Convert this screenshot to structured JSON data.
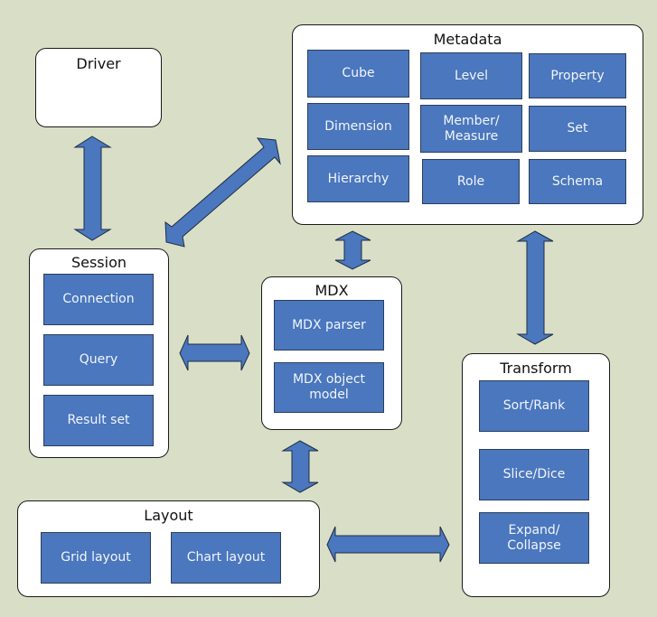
{
  "diagram": {
    "colors": {
      "background": "#d9dfc7",
      "component_fill": "#4a77bd",
      "arrow_fill": "#4a77bd",
      "group_fill": "#ffffff"
    },
    "groups": {
      "driver": {
        "title": "Driver",
        "items": []
      },
      "metadata": {
        "title": "Metadata",
        "items": [
          "Cube",
          "Level",
          "Property",
          "Dimension",
          "Member/\nMeasure",
          "Set",
          "Hierarchy",
          "Role",
          "Schema"
        ]
      },
      "session": {
        "title": "Session",
        "items": [
          "Connection",
          "Query",
          "Result set"
        ]
      },
      "mdx": {
        "title": "MDX",
        "items": [
          "MDX parser",
          "MDX object\nmodel"
        ]
      },
      "transform": {
        "title": "Transform",
        "items": [
          "Sort/Rank",
          "Slice/Dice",
          "Expand/\nCollapse"
        ]
      },
      "layout": {
        "title": "Layout",
        "items": [
          "Grid layout",
          "Chart layout"
        ]
      }
    },
    "connections": [
      {
        "from": "Driver",
        "to": "Session",
        "type": "bidirectional"
      },
      {
        "from": "Session",
        "to": "Metadata",
        "type": "bidirectional"
      },
      {
        "from": "Session",
        "to": "MDX",
        "type": "bidirectional"
      },
      {
        "from": "MDX",
        "to": "Metadata",
        "type": "bidirectional"
      },
      {
        "from": "MDX",
        "to": "Layout",
        "type": "bidirectional"
      },
      {
        "from": "Metadata",
        "to": "Transform",
        "type": "bidirectional"
      },
      {
        "from": "Layout",
        "to": "Transform",
        "type": "bidirectional"
      }
    ]
  }
}
